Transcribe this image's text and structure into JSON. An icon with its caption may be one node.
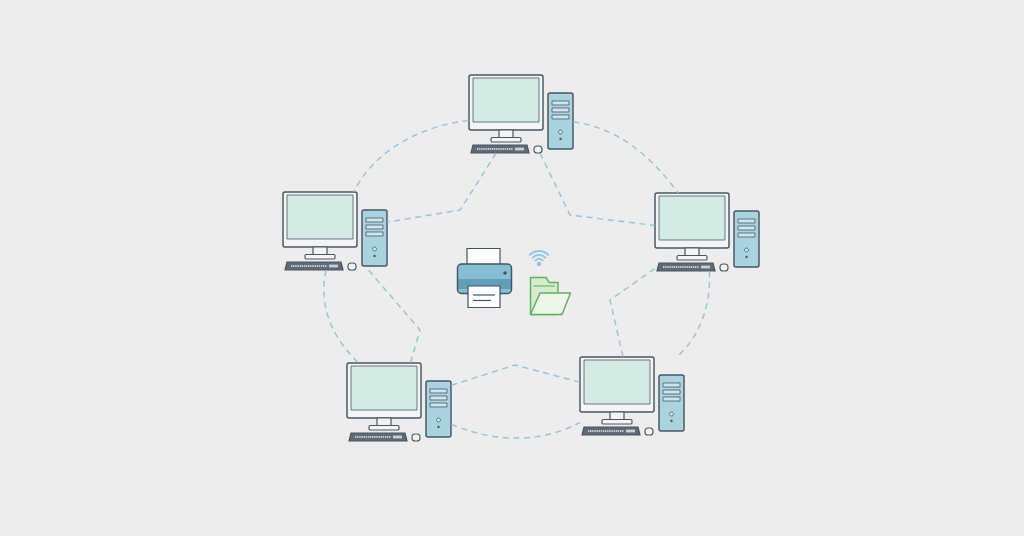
{
  "diagram": {
    "nodes": [
      {
        "text": [],
        "shape": "picture"
      },
      {
        "text": [],
        "shape": "picture"
      },
      {
        "text": [],
        "shape": "picture"
      },
      {
        "text": [],
        "shape": "picture"
      },
      {
        "text": [],
        "shape": "picture"
      },
      {
        "text": [],
        "shape": "picture"
      },
      {
        "text": [],
        "shape": "folder"
      }
    ],
    "edges": [
      {
        "from": 0,
        "to": 1,
        "arrow": "none",
        "style": "dashed"
      },
      {
        "from": 0,
        "to": 2,
        "arrow": "none",
        "style": "dashed"
      },
      {
        "from": 1,
        "to": 3,
        "arrow": "none",
        "style": "dashed"
      },
      {
        "from": 2,
        "to": 4,
        "arrow": "none",
        "style": "dashed"
      },
      {
        "from": 3,
        "to": 4,
        "arrow": "none",
        "style": "dashed"
      },
      {
        "from": 0,
        "to": 1,
        "arrow": "none",
        "style": "dashed"
      },
      {
        "from": 0,
        "to": 2,
        "arrow": "none",
        "style": "dashed"
      },
      {
        "from": 1,
        "to": 3,
        "arrow": "none",
        "style": "dashed"
      },
      {
        "from": 2,
        "to": 4,
        "arrow": "none",
        "style": "dashed"
      },
      {
        "from": 3,
        "to": 4,
        "arrow": "none",
        "style": "dashed"
      }
    ]
  }
}
